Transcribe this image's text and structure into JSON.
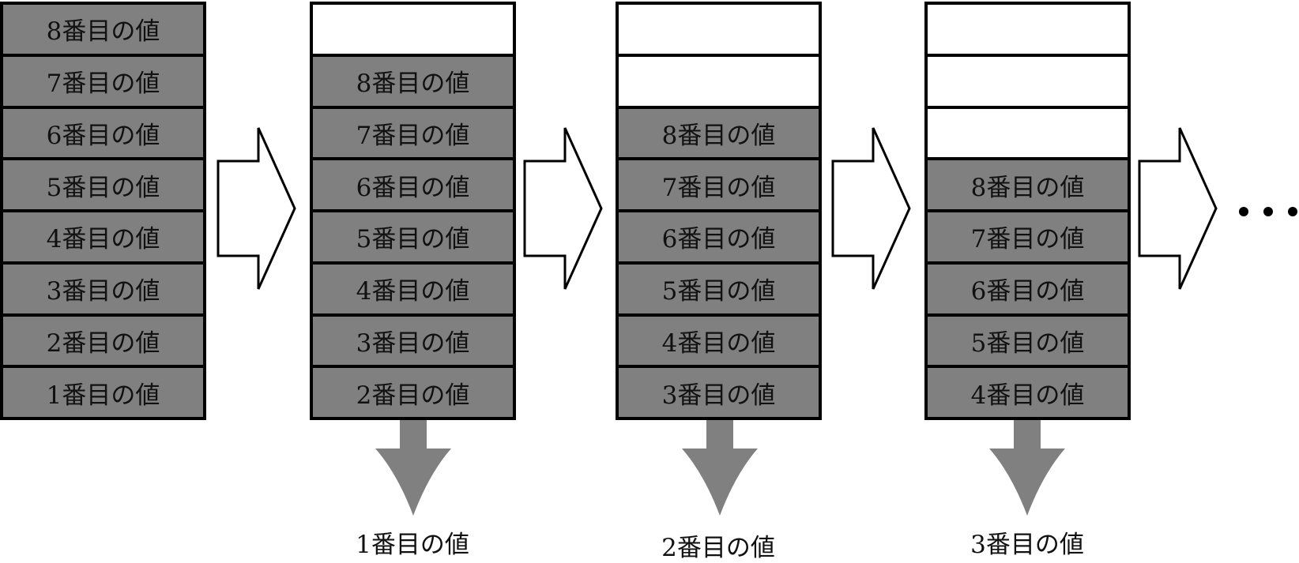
{
  "stacks": [
    {
      "cells": [
        {
          "label": "8番目の値",
          "state": "filled"
        },
        {
          "label": "7番目の値",
          "state": "filled"
        },
        {
          "label": "6番目の値",
          "state": "filled"
        },
        {
          "label": "5番目の値",
          "state": "filled"
        },
        {
          "label": "4番目の値",
          "state": "filled"
        },
        {
          "label": "3番目の値",
          "state": "filled"
        },
        {
          "label": "2番目の値",
          "state": "filled"
        },
        {
          "label": "1番目の値",
          "state": "filled"
        }
      ]
    },
    {
      "cells": [
        {
          "label": "",
          "state": "empty"
        },
        {
          "label": "8番目の値",
          "state": "filled"
        },
        {
          "label": "7番目の値",
          "state": "filled"
        },
        {
          "label": "6番目の値",
          "state": "filled"
        },
        {
          "label": "5番目の値",
          "state": "filled"
        },
        {
          "label": "4番目の値",
          "state": "filled"
        },
        {
          "label": "3番目の値",
          "state": "filled"
        },
        {
          "label": "2番目の値",
          "state": "filled"
        }
      ],
      "output": "1番目の値"
    },
    {
      "cells": [
        {
          "label": "",
          "state": "empty"
        },
        {
          "label": "",
          "state": "empty"
        },
        {
          "label": "8番目の値",
          "state": "filled"
        },
        {
          "label": "7番目の値",
          "state": "filled"
        },
        {
          "label": "6番目の値",
          "state": "filled"
        },
        {
          "label": "5番目の値",
          "state": "filled"
        },
        {
          "label": "4番目の値",
          "state": "filled"
        },
        {
          "label": "3番目の値",
          "state": "filled"
        }
      ],
      "output": "2番目の値"
    },
    {
      "cells": [
        {
          "label": "",
          "state": "empty"
        },
        {
          "label": "",
          "state": "empty"
        },
        {
          "label": "",
          "state": "empty"
        },
        {
          "label": "8番目の値",
          "state": "filled"
        },
        {
          "label": "7番目の値",
          "state": "filled"
        },
        {
          "label": "6番目の値",
          "state": "filled"
        },
        {
          "label": "5番目の値",
          "state": "filled"
        },
        {
          "label": "4番目の値",
          "state": "filled"
        }
      ],
      "output": "3番目の値"
    }
  ],
  "colors": {
    "filled": "#808080",
    "empty": "#ffffff",
    "border": "#000000",
    "down_arrow": "#808080"
  },
  "continuation": "more-steps-ellipsis"
}
